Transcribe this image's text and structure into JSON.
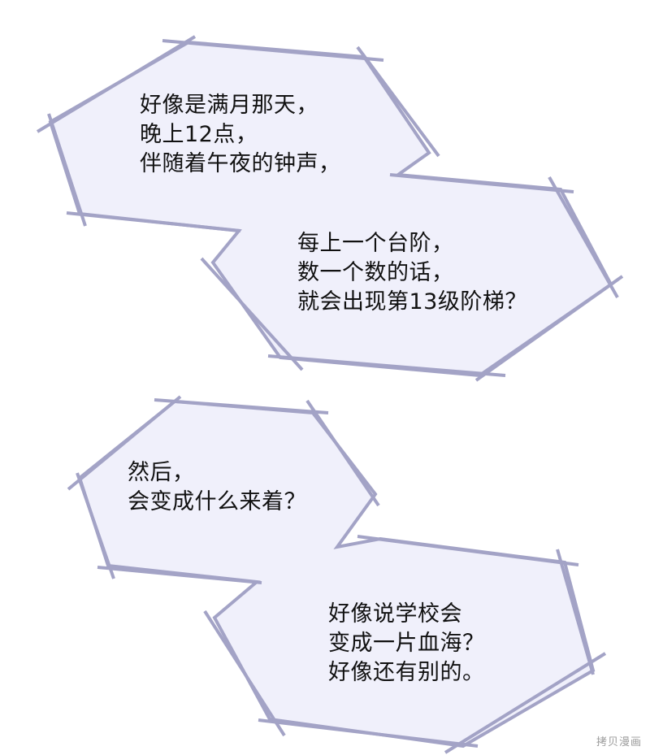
{
  "colors": {
    "balloon_fill": "#f0f0fb",
    "balloon_stroke": "#a3a3c6",
    "text": "#111111"
  },
  "balloons": [
    {
      "lines": [
        "好像是满月那天，",
        "晚上12点，",
        "伴随着午夜的钟声，"
      ]
    },
    {
      "lines": [
        "每上一个台阶，",
        "数一个数的话，",
        "就会出现第13级阶梯？"
      ]
    },
    {
      "lines": [
        "然后，",
        "会变成什么来着？"
      ]
    },
    {
      "lines": [
        "好像说学校会",
        "变成一片血海？",
        "好像还有别的。"
      ]
    }
  ],
  "watermark": "拷贝漫画"
}
